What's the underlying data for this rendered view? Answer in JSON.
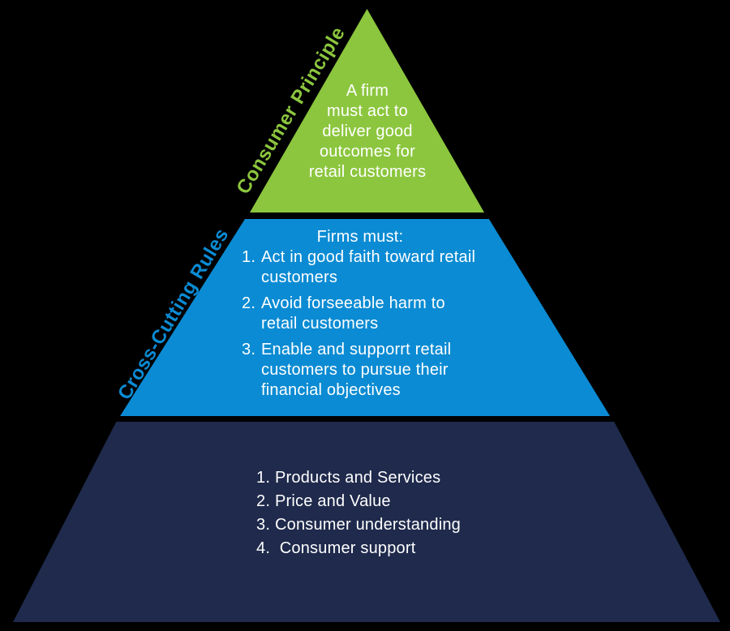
{
  "colors": {
    "background": "#000000",
    "tier_top_green": "#8CC63E",
    "tier_middle_blue": "#0B8BD3",
    "tier_bottom_navy": "#1F2A4C",
    "body_text": "#FFFFFF"
  },
  "tier_top": {
    "label": "Consumer Principle",
    "body": "A firm\nmust act to\ndeliver good\noutcomes for\nretail customers"
  },
  "tier_middle": {
    "label": "Cross-Cutting Rules",
    "heading": "Firms must:",
    "items": [
      {
        "num": "1.",
        "text": "Act in good faith toward retail customers"
      },
      {
        "num": "2.",
        "text": "Avoid forseeable harm to retail customers"
      },
      {
        "num": "3.",
        "text": "Enable and supporrt retail customers to pursue their financial objectives"
      }
    ]
  },
  "tier_bottom": {
    "items": [
      {
        "num": "1.",
        "text": "Products and Services"
      },
      {
        "num": "2.",
        "text": "Price and Value"
      },
      {
        "num": "3.",
        "text": "Consumer understanding"
      },
      {
        "num": "4.",
        "text": " Consumer support"
      }
    ]
  }
}
